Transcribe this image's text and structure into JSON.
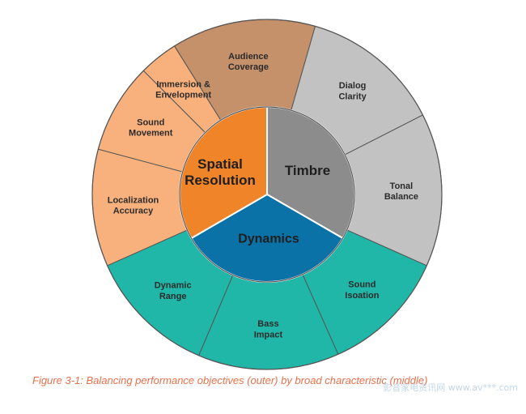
{
  "outer_ring": [
    {
      "lines": [
        "Audience",
        "Coverage"
      ],
      "color": "#c4916a",
      "category": "spatial"
    },
    {
      "lines": [
        "Dialog",
        "Clarity"
      ],
      "color": "#c2c2c2",
      "category": "timbre"
    },
    {
      "lines": [
        "Tonal",
        "Balance"
      ],
      "color": "#c2c2c2",
      "category": "timbre"
    },
    {
      "lines": [
        "Sound",
        "Isoation"
      ],
      "color": "#20b7a8",
      "category": "dynamics"
    },
    {
      "lines": [
        "Bass",
        "Impact"
      ],
      "color": "#20b7a8",
      "category": "dynamics"
    },
    {
      "lines": [
        "Dynamic",
        "Range"
      ],
      "color": "#20b7a8",
      "category": "dynamics"
    },
    {
      "lines": [
        "Localization",
        "Accuracy"
      ],
      "color": "#f8b07c",
      "category": "spatial"
    },
    {
      "lines": [
        "Sound",
        "Movement"
      ],
      "color": "#f8b07c",
      "category": "spatial"
    },
    {
      "lines": [
        "Immersion &",
        "Envelopment"
      ],
      "color": "#f8b07c",
      "category": "spatial"
    }
  ],
  "inner_ring": [
    {
      "lines": [
        "Timbre"
      ],
      "color": "#8c8c8c",
      "category": "timbre"
    },
    {
      "lines": [
        "Dynamics"
      ],
      "color": "#0b72a8",
      "category": "dynamics"
    },
    {
      "lines": [
        "Spatial",
        "Resolution"
      ],
      "color": "#f08428",
      "category": "spatial"
    }
  ],
  "caption": "Figure 3-1:  Balancing performance objectives (outer) by broad characteristic (middle)",
  "watermark": "影音家电资讯网  www.av***.com",
  "colors": {
    "separator": "#ffffff",
    "outline": "#555555",
    "caption": "#e8704a"
  }
}
